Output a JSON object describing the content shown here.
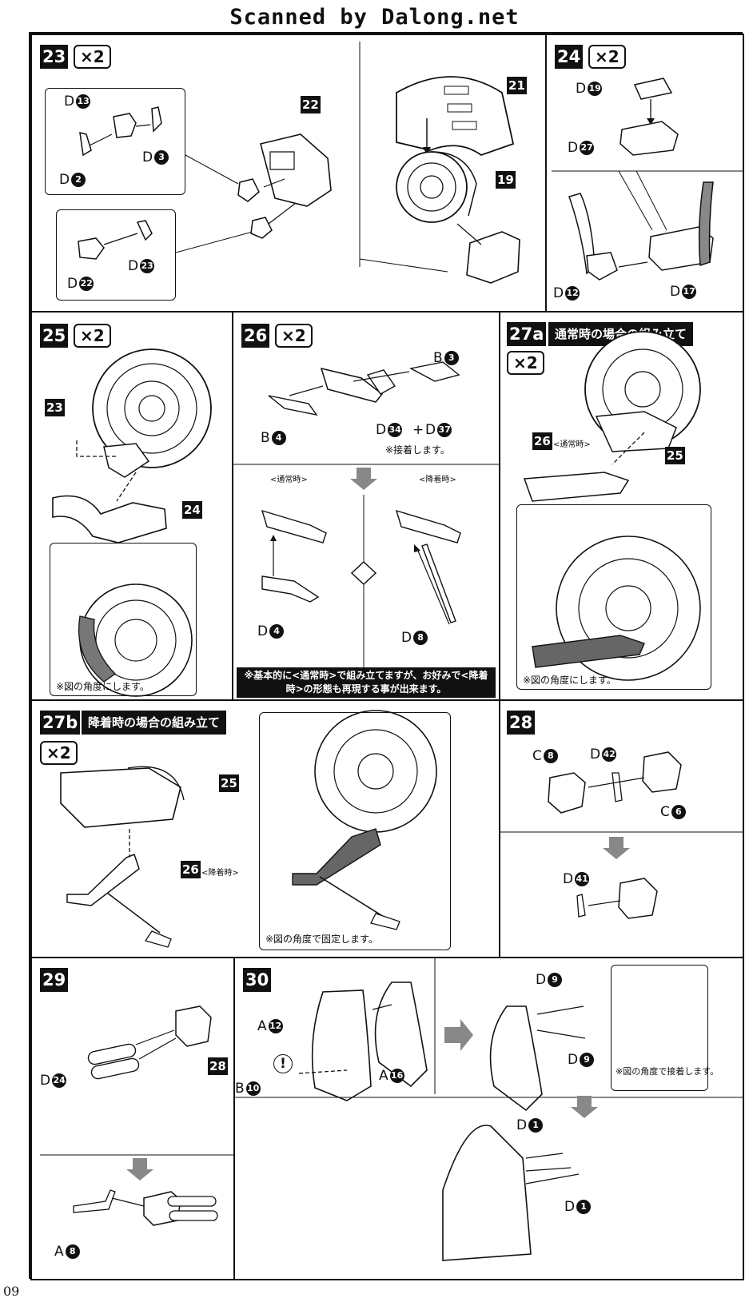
{
  "header": {
    "scan_credit": "Scanned by Dalong.net"
  },
  "page_number": "09",
  "steps": {
    "s23": {
      "num": "23",
      "mult": "×2",
      "parts": {
        "d13": "13",
        "d3": "3",
        "d2": "2",
        "d23": "23",
        "d22": "22"
      },
      "tags": {
        "t22": "22",
        "t21": "21",
        "t19": "19"
      }
    },
    "s24": {
      "num": "24",
      "mult": "×2",
      "parts": {
        "d19": "19",
        "d27": "27",
        "d12": "12",
        "d17": "17"
      }
    },
    "s25": {
      "num": "25",
      "mult": "×2",
      "tags": {
        "t23": "23",
        "t24": "24"
      },
      "note": "※図の角度にします。"
    },
    "s26": {
      "num": "26",
      "mult": "×2",
      "parts": {
        "b3": "3",
        "b4": "4",
        "d34": "34",
        "d37": "37",
        "d4": "4",
        "d8": "8"
      },
      "plus": "+",
      "glue_note": "※接着します。",
      "mode_normal": "<通常時>",
      "mode_landing": "<降着時>",
      "bottom_note": "※基本的に<通常時>で組み立てますが、お好みで<降着時>の形態も再現する事が出来ます。"
    },
    "s27a": {
      "num": "27a",
      "title": "通常時の場合の組み立て",
      "mult": "×2",
      "tags": {
        "t26": "26",
        "t25": "25"
      },
      "mode": "<通常時>",
      "note": "※図の角度にします。"
    },
    "s27b": {
      "num": "27b",
      "title": "降着時の場合の組み立て",
      "mult": "×2",
      "tags": {
        "t25": "25",
        "t26": "26"
      },
      "mode": "<降着時>",
      "note": "※図の角度で固定します。"
    },
    "s28": {
      "num": "28",
      "parts": {
        "c8": "8",
        "d42": "42",
        "c6": "6",
        "d41": "41"
      }
    },
    "s29": {
      "num": "29",
      "parts": {
        "d24": "24",
        "a8": "8"
      },
      "tags": {
        "t28": "28"
      }
    },
    "s30": {
      "num": "30",
      "parts": {
        "a12": "12",
        "a16": "16",
        "b10": "10",
        "d9a": "9",
        "d9b": "9",
        "d1a": "1",
        "d1b": "1"
      },
      "warn": "!",
      "note": "※図の角度で接着します。"
    }
  },
  "letters": {
    "A": "A",
    "B": "B",
    "C": "C",
    "D": "D"
  }
}
